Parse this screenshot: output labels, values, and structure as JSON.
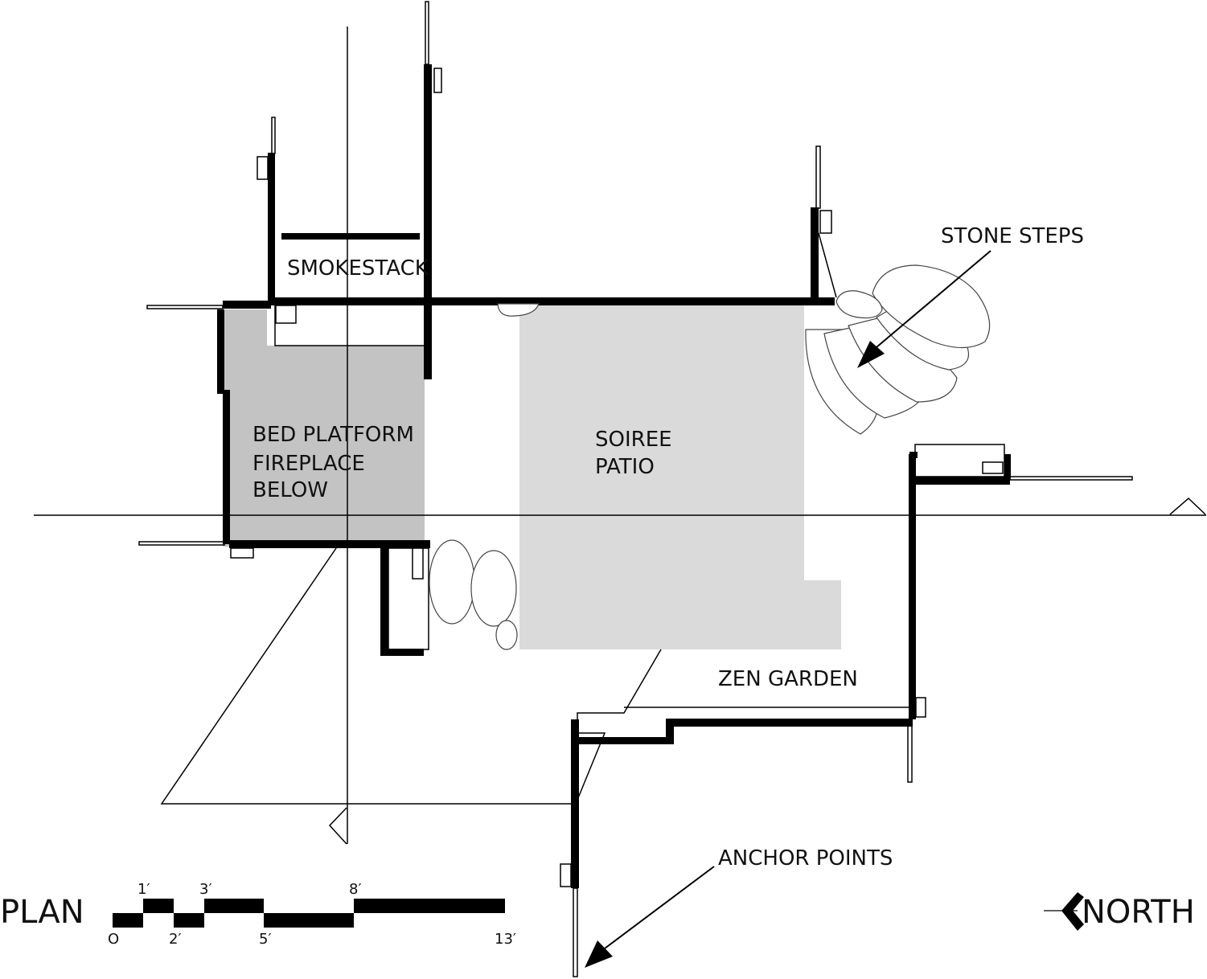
{
  "colors": {
    "line": "#000000",
    "bed_fill": "#c3c3c3",
    "patio_fill": "#dadada",
    "background": "#ffffff"
  },
  "labels": {
    "smokestack": "SMOKESTACK",
    "bed_line1": "BED PLATFORM",
    "bed_line2": "FIREPLACE",
    "bed_line3": "BELOW",
    "patio_line1": "SOIREE",
    "patio_line2": "PATIO",
    "stone_steps": "STONE STEPS",
    "zen_garden": "ZEN GARDEN",
    "anchor_points": "ANCHOR POINTS",
    "plan": "PLAN",
    "north": "NORTH"
  },
  "scale_bar": {
    "ticks": [
      "O",
      "1′",
      "2′",
      "3′",
      "5′",
      "8′",
      "13′"
    ]
  },
  "icons": [
    "north-arrow-icon",
    "section-marker-icon",
    "leader-arrow-icon"
  ]
}
